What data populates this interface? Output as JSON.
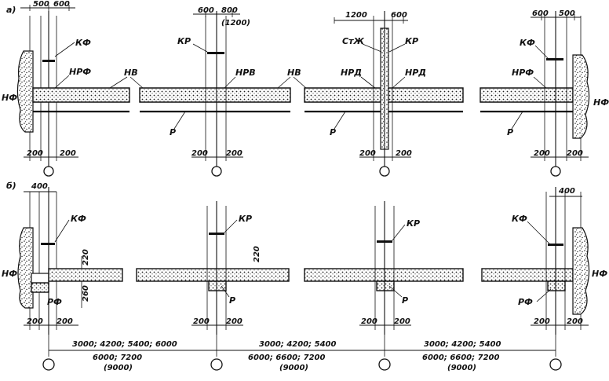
{
  "rows": {
    "a": {
      "marker": "а)",
      "columns": [
        {
          "dims_top": [
            "500",
            "600"
          ],
          "dims_bottom": [
            "200",
            "200"
          ],
          "labels": [
            "КФ",
            "НРФ",
            "НФ"
          ]
        },
        {
          "dims_top": [
            "600",
            "800"
          ],
          "dims_top_alt": "(1200)",
          "dims_bottom": [
            "200",
            "200"
          ],
          "labels": [
            "КР",
            "НРВ",
            "НВ",
            "Р"
          ]
        },
        {
          "dims_top": [
            "1200",
            "600"
          ],
          "dims_bottom": [
            "200",
            "200"
          ],
          "labels": [
            "СтЖ",
            "КР",
            "НРД",
            "НРД",
            "НВ",
            "Р"
          ]
        },
        {
          "dims_top": [
            "600",
            "500"
          ],
          "dims_bottom": [
            "200",
            "200"
          ],
          "labels": [
            "КФ",
            "НРФ",
            "НФ",
            "Р"
          ]
        }
      ],
      "nv_label": "НВ"
    },
    "b": {
      "marker": "б)",
      "columns": [
        {
          "dims_top": [
            "400"
          ],
          "dims_bottom": [
            "200",
            "200"
          ],
          "labels": [
            "КФ",
            "НФ",
            "РФ"
          ],
          "vertical_dims": [
            "220",
            "260"
          ]
        },
        {
          "dims_bottom": [
            "200",
            "200"
          ],
          "labels": [
            "КР",
            "Р"
          ],
          "vertical_dims": [
            "220"
          ]
        },
        {
          "dims_bottom": [
            "200",
            "200"
          ],
          "labels": [
            "КР",
            "Р"
          ]
        },
        {
          "dims_top": [
            "400"
          ],
          "dims_bottom": [
            "200",
            "200"
          ],
          "labels": [
            "КФ",
            "НФ",
            "РФ"
          ]
        }
      ]
    }
  },
  "spans": [
    {
      "line1": "3000; 4200; 5400; 6000",
      "line2": "6000; 7200",
      "line3": "(9000)"
    },
    {
      "line1": "3000; 4200; 5400",
      "line2": "6000; 6600; 7200",
      "line3": "(9000)"
    },
    {
      "line1": "3000; 4200; 5400",
      "line2": "6000; 6600; 7200",
      "line3": "(9000)"
    }
  ]
}
